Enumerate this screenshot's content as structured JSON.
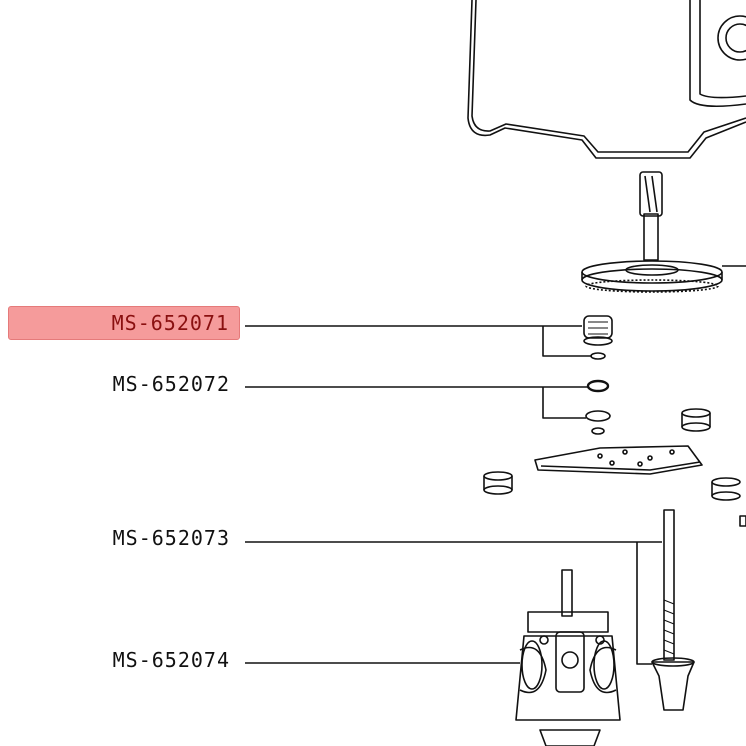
{
  "parts": [
    {
      "id": "part-1",
      "label": "MS-652071",
      "active": true
    },
    {
      "id": "part-2",
      "label": "MS-652072",
      "active": false
    },
    {
      "id": "part-3",
      "label": "MS-652073",
      "active": false
    },
    {
      "id": "part-4",
      "label": "MS-652074",
      "active": false
    }
  ],
  "colors": {
    "highlight_fill": "#f59b9b",
    "highlight_text": "#8a1010",
    "line": "#111111"
  }
}
